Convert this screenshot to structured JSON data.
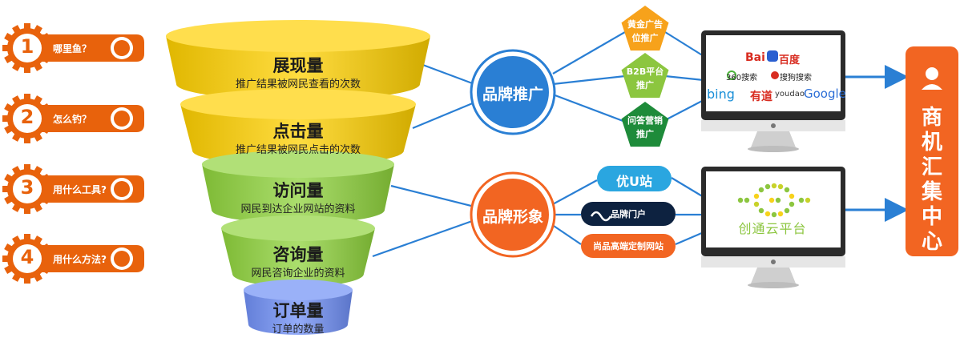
{
  "steps": [
    {
      "num": "1",
      "label": "哪里鱼？",
      "icon": "person-search-icon"
    },
    {
      "num": "2",
      "label": "怎么钓？",
      "icon": "question-icon"
    },
    {
      "num": "3",
      "label": "用什么工具?",
      "icon": "tools-icon"
    },
    {
      "num": "4",
      "label": "用什么方法?",
      "icon": "handshake-icon"
    }
  ],
  "funnel": [
    {
      "title": "展现量",
      "subtitle": "推广结果被网民查看的次数",
      "color": "#ffd000"
    },
    {
      "title": "点击量",
      "subtitle": "推广结果被网民点击的次数",
      "color": "#ffd000"
    },
    {
      "title": "访问量",
      "subtitle": "网民到达企业网站的资料",
      "color": "#8fd33c"
    },
    {
      "title": "咨询量",
      "subtitle": "网民咨询企业的资料",
      "color": "#8fd33c"
    },
    {
      "title": "订单量",
      "subtitle": "订单的数量",
      "color": "#6f8ff5"
    }
  ],
  "brand_promo": {
    "label": "品牌推广",
    "color": "#2a7fd4"
  },
  "brand_image": {
    "label": "品牌形象",
    "color": "#f26522"
  },
  "pentagons": [
    {
      "line1": "黄金广告",
      "line2": "位推广",
      "color": "#f7a21b"
    },
    {
      "line1": "B2B平台",
      "line2": "推广",
      "color": "#8cc63f"
    },
    {
      "line1": "问答营销",
      "line2": "推广",
      "color": "#1e8b3a"
    }
  ],
  "pills": [
    {
      "label": "优U站",
      "color": "#2aa6e0"
    },
    {
      "label": "品牌门户",
      "color": "#0d2240"
    },
    {
      "label": "尚品高端定制网站",
      "color": "#f26522"
    }
  ],
  "monitor1": {
    "logos": [
      "Bai",
      "百度",
      "360搜索",
      "搜狗搜索",
      "bing",
      "有道",
      "youdao",
      "Google"
    ]
  },
  "monitor2": {
    "logo_text": "创通云平台"
  },
  "right_panel": {
    "text": "商机汇集中心",
    "color": "#f26522"
  }
}
